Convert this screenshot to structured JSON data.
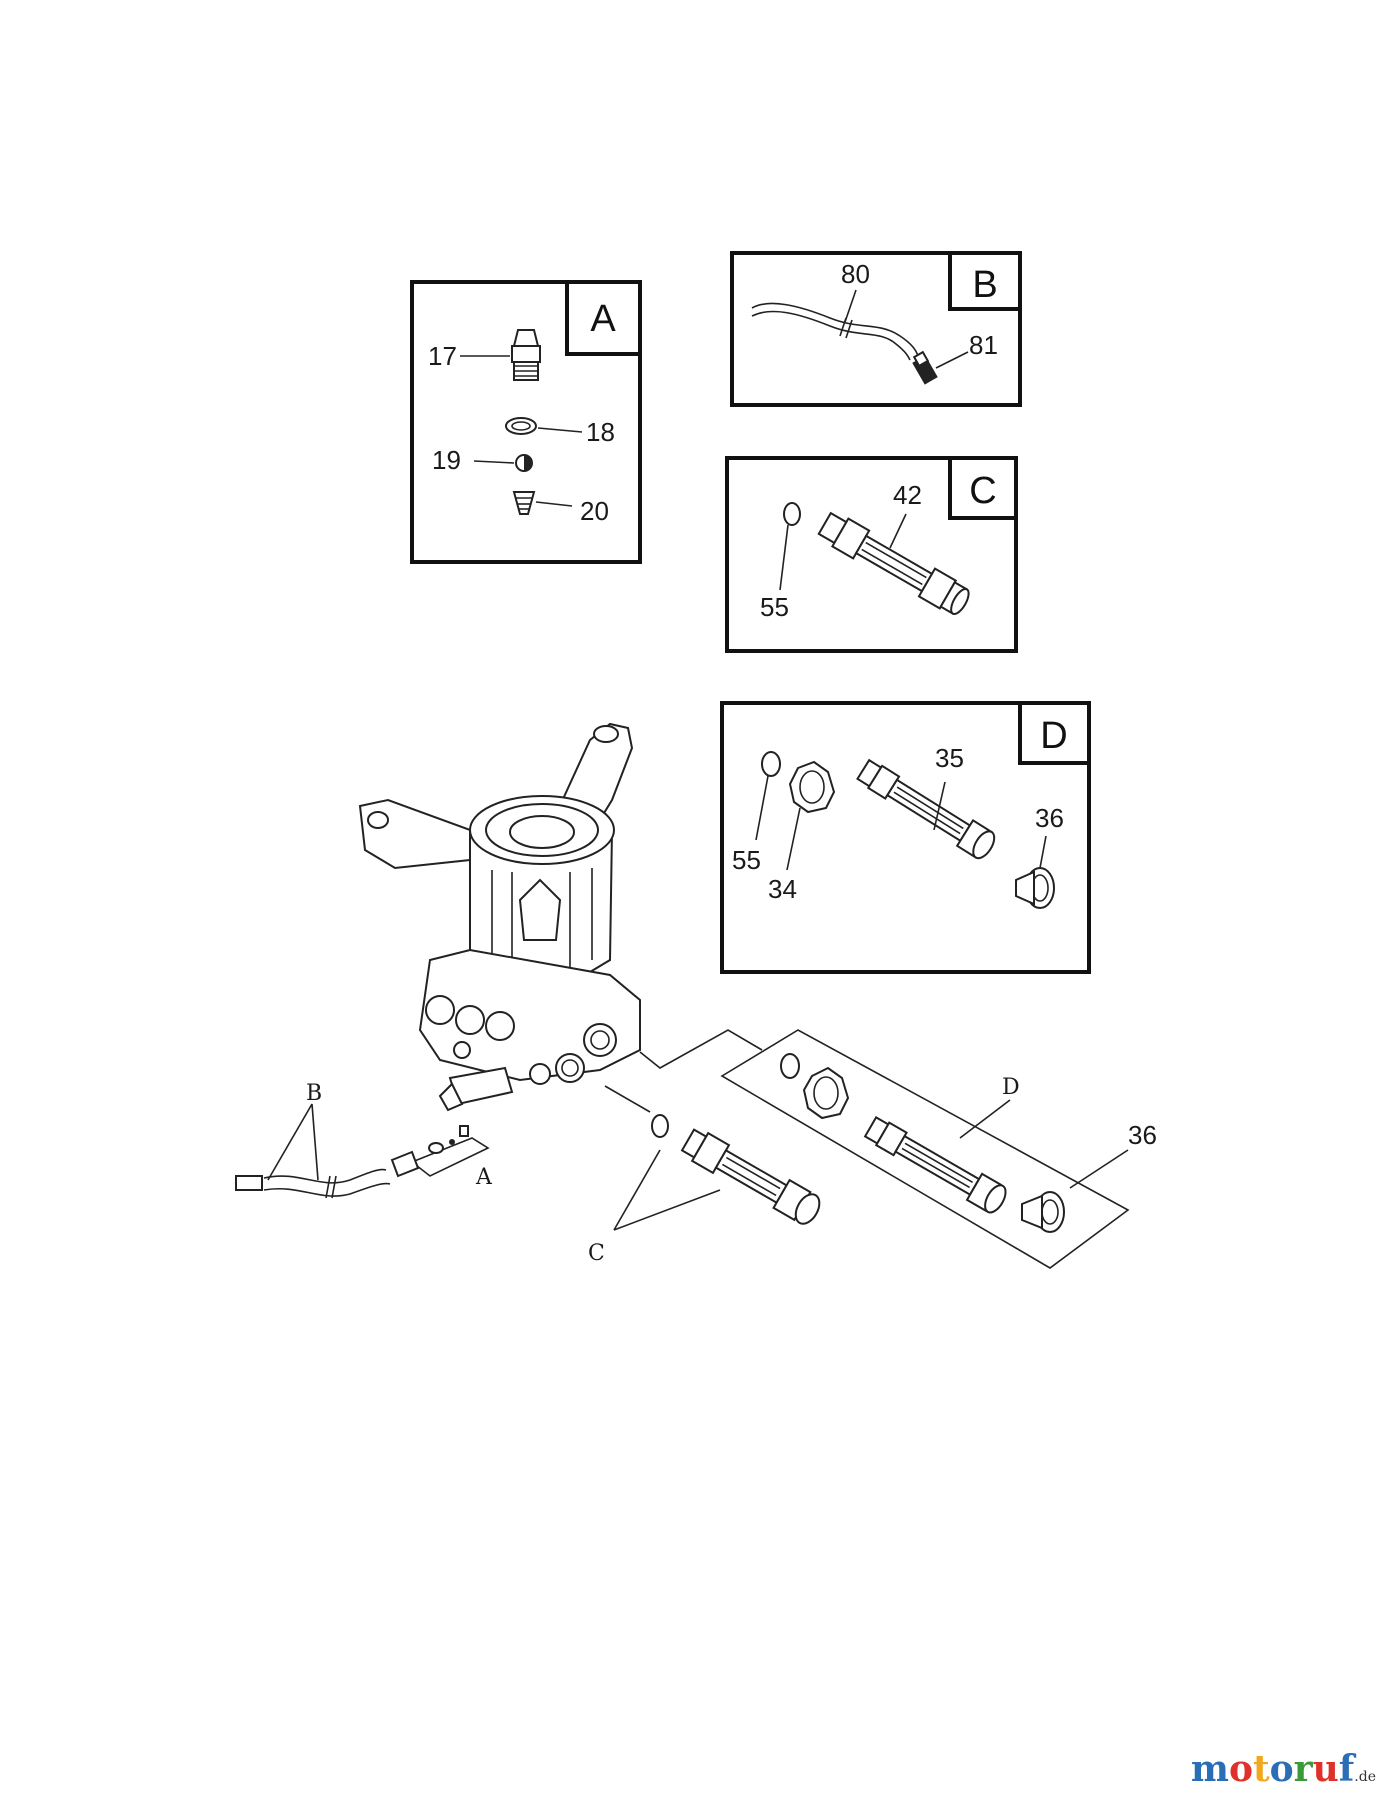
{
  "boxes": {
    "a": {
      "letter": "A",
      "callouts": [
        "17",
        "18",
        "19",
        "20"
      ]
    },
    "b": {
      "letter": "B",
      "callouts": [
        "80",
        "81"
      ]
    },
    "c": {
      "letter": "C",
      "callouts": [
        "42",
        "55"
      ]
    },
    "d": {
      "letter": "D",
      "callouts": [
        "35",
        "36",
        "55",
        "34"
      ]
    }
  },
  "main": {
    "group_labels": [
      "B",
      "A",
      "C",
      "D"
    ],
    "callouts": [
      "36"
    ]
  },
  "watermark": {
    "letters": [
      "m",
      "o",
      "t",
      "o",
      "r",
      "u",
      "f"
    ],
    "suffix": ".de",
    "colors": [
      "#2a6fb5",
      "#e0302a",
      "#f2a81d",
      "#2a6fb5",
      "#3a9a3a",
      "#e0302a",
      "#2a6fb5"
    ]
  }
}
